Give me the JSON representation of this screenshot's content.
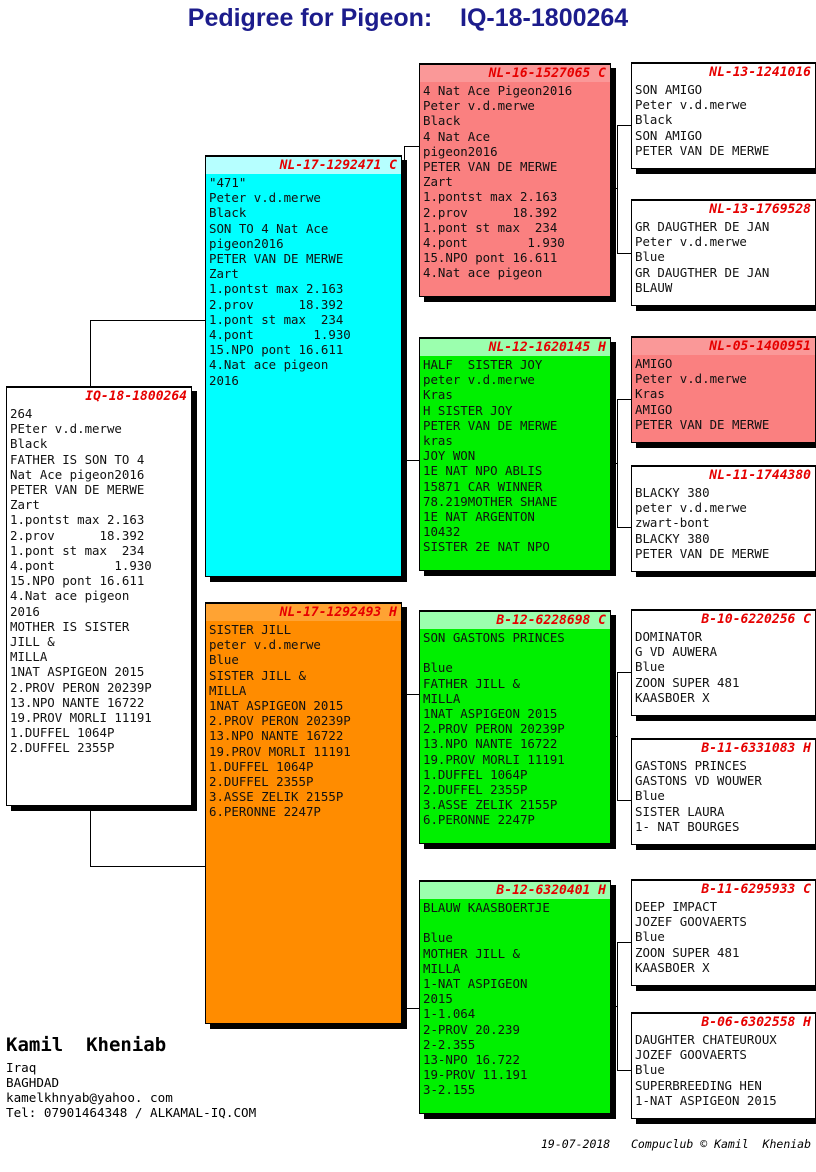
{
  "title": "Pedigree for Pigeon:    IQ-18-1800264",
  "subject": {
    "ring": "IQ-18-1800264",
    "sex": "",
    "color_bg": "#ffffff",
    "lines": [
      "264",
      "PEter v.d.merwe",
      "Black",
      "FATHER IS SON TO 4",
      "Nat Ace pigeon2016",
      "PETER VAN DE MERWE",
      "Zart",
      "1.pontst max 2.163",
      "2.prov      18.392",
      "1.pont st max  234",
      "4.pont        1.930",
      "15.NPO pont 16.611",
      "4.Nat ace pigeon",
      "2016",
      "MOTHER IS SISTER",
      "JILL &",
      "MILLA",
      "1NAT ASPIGEON 2015",
      "2.PROV PERON 20239P",
      "13.NPO NANTE 16722",
      "19.PROV MORLI 11191",
      "1.DUFFEL 1064P",
      "2.DUFFEL 2355P"
    ]
  },
  "gen2": [
    {
      "ring": "NL-17-1292471",
      "sex": "C",
      "color_bg": "#00ffff",
      "lines": [
        "\"471\"",
        "Peter v.d.merwe",
        "Black",
        "SON TO 4 Nat Ace",
        "pigeon2016",
        "PETER VAN DE MERWE",
        "Zart",
        "1.pontst max 2.163",
        "2.prov      18.392",
        "1.pont st max  234",
        "4.pont        1.930",
        "15.NPO pont 16.611",
        "4.Nat ace pigeon",
        "2016"
      ]
    },
    {
      "ring": "NL-17-1292493",
      "sex": "H",
      "color_bg": "#ff8c00",
      "lines": [
        "SISTER JILL",
        "peter v.d.merwe",
        "Blue",
        "SISTER JILL &",
        "MILLA",
        "1NAT ASPIGEON 2015",
        "2.PROV PERON 20239P",
        "13.NPO NANTE 16722",
        "19.PROV MORLI 11191",
        "1.DUFFEL 1064P",
        "2.DUFFEL 2355P",
        "3.ASSE ZELIK 2155P",
        "6.PERONNE 2247P"
      ]
    }
  ],
  "gen3": [
    {
      "ring": "NL-16-1527065",
      "sex": "C",
      "color_bg": "#fa8080",
      "lines": [
        "4 Nat Ace Pigeon2016",
        "Peter v.d.merwe",
        "Black",
        "4 Nat Ace",
        "pigeon2016",
        "PETER VAN DE MERWE",
        "Zart",
        "1.pontst max 2.163",
        "2.prov      18.392",
        "1.pont st max  234",
        "4.pont        1.930",
        "15.NPO pont 16.611",
        "4.Nat ace pigeon"
      ]
    },
    {
      "ring": "NL-12-1620145",
      "sex": "H",
      "color_bg": "#00f000",
      "lines": [
        "HALF  SISTER JOY",
        "peter v.d.merwe",
        "Kras",
        "H SISTER JOY",
        "PETER VAN DE MERWE",
        "kras",
        "JOY WON",
        "1E NAT NPO ABLIS",
        "15871 CAR WINNER",
        "78.219MOTHER SHANE",
        "1E NAT ARGENTON",
        "10432",
        "SISTER 2E NAT NPO"
      ]
    },
    {
      "ring": "B-12-6228698",
      "sex": "C",
      "color_bg": "#00f000",
      "lines": [
        "SON GASTONS PRINCES",
        "",
        "Blue",
        "FATHER JILL &",
        "MILLA",
        "1NAT ASPIGEON 2015",
        "2.PROV PERON 20239P",
        "13.NPO NANTE 16722",
        "19.PROV MORLI 11191",
        "1.DUFFEL 1064P",
        "2.DUFFEL 2355P",
        "3.ASSE ZELIK 2155P",
        "6.PERONNE 2247P"
      ]
    },
    {
      "ring": "B-12-6320401",
      "sex": "H",
      "color_bg": "#00f000",
      "lines": [
        "BLAUW KAASBOERTJE",
        "",
        "Blue",
        "MOTHER JILL &",
        "MILLA",
        "1-NAT ASPIGEON",
        "2015",
        "1-1.064",
        "2-PROV 20.239",
        "2-2.355",
        "13-NPO 16.722",
        "19-PROV 11.191",
        "3-2.155"
      ]
    }
  ],
  "gen4": [
    {
      "ring": "NL-13-1241016",
      "sex": "",
      "color_bg": "#ffffff",
      "lines": [
        "SON AMIGO",
        "Peter v.d.merwe",
        "Black",
        "SON AMIGO",
        "PETER VAN DE MERWE"
      ]
    },
    {
      "ring": "NL-13-1769528",
      "sex": "",
      "color_bg": "#ffffff",
      "lines": [
        "GR DAUGTHER DE JAN",
        "Peter v.d.merwe",
        "Blue",
        "GR DAUGTHER DE JAN",
        "BLAUW"
      ]
    },
    {
      "ring": "NL-05-1400951",
      "sex": "",
      "color_bg": "#fa8080",
      "lines": [
        "AMIGO",
        "Peter v.d.merwe",
        "Kras",
        "AMIGO",
        "PETER VAN DE MERWE"
      ]
    },
    {
      "ring": "NL-11-1744380",
      "sex": "",
      "color_bg": "#ffffff",
      "lines": [
        "BLACKY 380",
        "peter v.d.merwe",
        "zwart-bont",
        "BLACKY 380",
        "PETER VAN DE MERWE"
      ]
    },
    {
      "ring": "B-10-6220256",
      "sex": "C",
      "color_bg": "#ffffff",
      "lines": [
        "DOMINATOR",
        "G VD AUWERA",
        "Blue",
        "ZOON SUPER 481",
        "KAASBOER X"
      ]
    },
    {
      "ring": "B-11-6331083",
      "sex": "H",
      "color_bg": "#ffffff",
      "lines": [
        "GASTONS PRINCES",
        "GASTONS VD WOUWER",
        "Blue",
        "SISTER LAURA",
        "1- NAT BOURGES"
      ]
    },
    {
      "ring": "B-11-6295933",
      "sex": "C",
      "color_bg": "#ffffff",
      "lines": [
        "DEEP IMPACT",
        "JOZEF GOOVAERTS",
        "Blue",
        "ZOON SUPER 481",
        "KAASBOER X"
      ]
    },
    {
      "ring": "B-06-6302558",
      "sex": "H",
      "color_bg": "#ffffff",
      "lines": [
        "DAUGHTER CHATEUROUX",
        "JOZEF GOOVAERTS",
        "Blue",
        "SUPERBREEDING HEN",
        "1-NAT ASPIGEON 2015"
      ]
    }
  ],
  "owner": {
    "name": "Kamil  Kheniab",
    "country": "Iraq",
    "city": "BAGHDAD",
    "email": "kamelkhnyab@yahoo. com",
    "phone": "Tel: 07901464348 / ALKAMAL-IQ.COM"
  },
  "footer": {
    "date": "19-07-2018",
    "credit": "Compuclub © Kamil  Kheniab",
    "combined": "19-07-2018   Compuclub © Kamil  Kheniab"
  }
}
